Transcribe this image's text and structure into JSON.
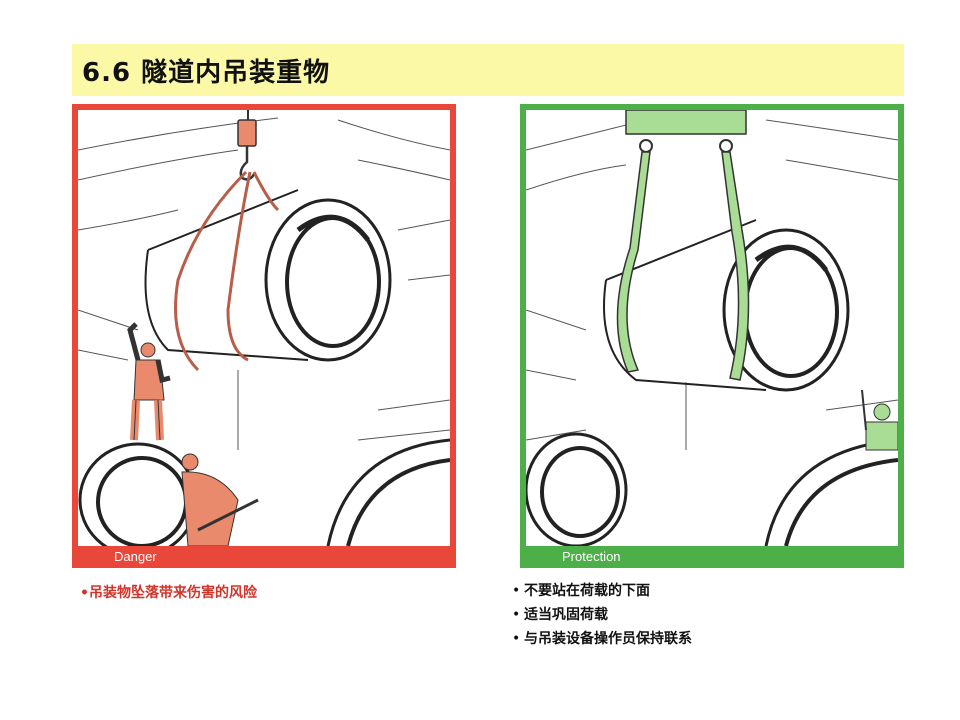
{
  "title": {
    "number": "6.6",
    "text": "隧道内吊装重物"
  },
  "panels": {
    "danger": {
      "label": "Danger",
      "color": "#e8473a"
    },
    "protection": {
      "label": "Protection",
      "color": "#4caf47"
    }
  },
  "captions": {
    "danger": "•吊装物坠落带来伤害的风险",
    "protection": [
      "不要站在荷载的下面",
      "适当巩固荷载",
      "与吊装设备操作员保持联系"
    ],
    "bullet": "•"
  },
  "colors": {
    "title_bg": "#fbf8a6",
    "danger_text": "#d0342a",
    "worker_fill": "#e98a6d",
    "sling_fill": "#a9dc95"
  }
}
